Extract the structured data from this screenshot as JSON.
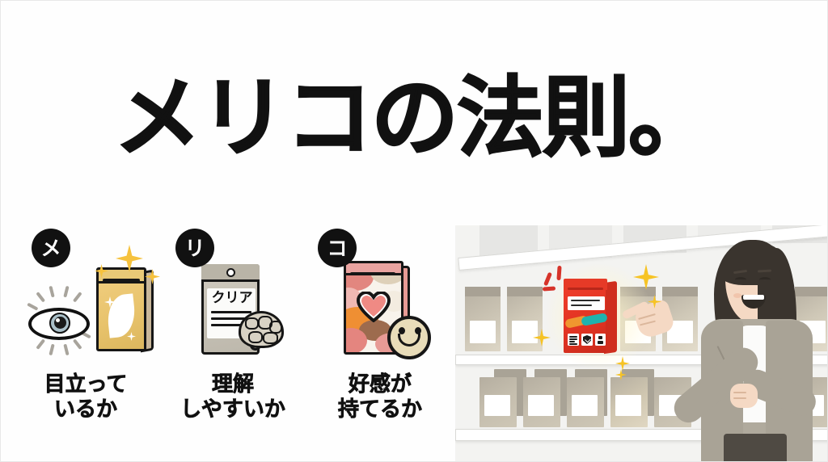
{
  "page": {
    "title": "メリコの法則。",
    "background_color": "#ffffff",
    "text_color": "#111111"
  },
  "principles": [
    {
      "badge": "メ",
      "caption_line1": "目立って",
      "caption_line2": "いるか",
      "icon_names": [
        "eye-icon",
        "gold-package-icon",
        "sparkle-icon"
      ],
      "accent_color": "#e8c36c"
    },
    {
      "badge": "リ",
      "caption_line1": "理解",
      "caption_line2": "しやすいか",
      "package_label": "クリア",
      "icon_names": [
        "grey-package-icon",
        "brain-icon"
      ],
      "accent_color": "#bdb8ac"
    },
    {
      "badge": "コ",
      "caption_line1": "好感が",
      "caption_line2": "持てるか",
      "icon_names": [
        "colorful-package-icon",
        "heart-icon",
        "smiley-face-icon"
      ],
      "accent_color": "#e9a3a0"
    }
  ],
  "scene": {
    "name": "store-shelf-illustration",
    "hero_package": {
      "color": "#e03322",
      "label_text": "",
      "stripe_colors": [
        "#f0962f",
        "#1fb3ad"
      ],
      "badge_icons": [
        "barcode-icon",
        "shield-check-icon",
        "recycle-icon"
      ]
    },
    "shelf_packages_color": "#b8b0a2",
    "person": {
      "name": "shopper-woman",
      "hair_color": "#3a342e",
      "cardigan_color": "#a9a396",
      "shirt_color": "#fbfbfa",
      "skirt_color": "#4f4a43",
      "gesture": "pointing"
    },
    "sparkle_color": "#f6c325",
    "emphasis_line_color": "#d6332a"
  }
}
